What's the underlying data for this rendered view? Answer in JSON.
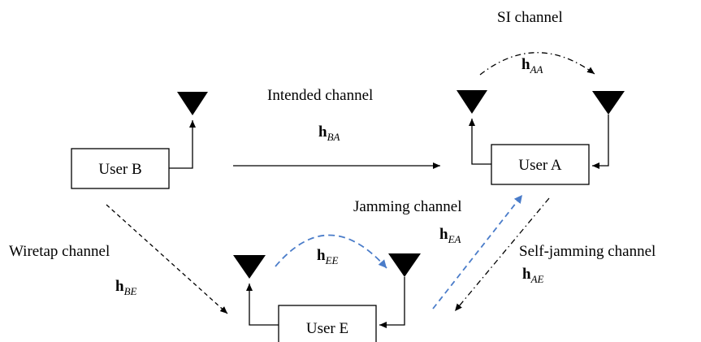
{
  "nodes": {
    "user_b": "User B",
    "user_a": "User A",
    "user_e": "User E"
  },
  "channels": {
    "intended": {
      "label": "Intended channel",
      "symbol": "h",
      "sub": "BA"
    },
    "si": {
      "label": "SI channel",
      "symbol": "h",
      "sub": "AA"
    },
    "wiretap": {
      "label": "Wiretap channel",
      "symbol": "h",
      "sub": "BE"
    },
    "jamming": {
      "label": "Jamming channel",
      "symbol": "h",
      "sub": "EA"
    },
    "self_jamming": {
      "label": "Self-jamming channel",
      "symbol": "h",
      "sub": "AE"
    },
    "ee": {
      "symbol": "h",
      "sub": "EE"
    }
  },
  "colors": {
    "line": "#000000",
    "blue_dashed": "#4a7cc9"
  }
}
